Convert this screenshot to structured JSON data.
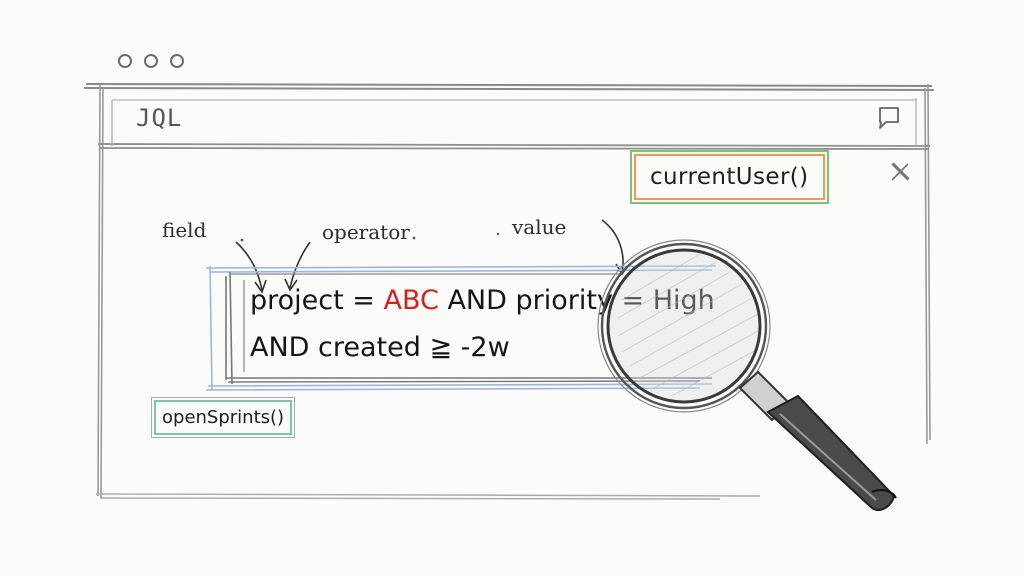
{
  "window": {
    "title": "JQL",
    "controls": [
      "minimize",
      "maximize",
      "close"
    ]
  },
  "chips": {
    "current_user": "currentUser()",
    "open_sprints": "openSprints()"
  },
  "annotations": {
    "field": "field",
    "operator": "operator",
    "value": "value"
  },
  "query": {
    "line1": {
      "part1": "project = ",
      "value": "ABC",
      "part2": " AND priority = High"
    },
    "line2": "AND created ≧ -2w"
  },
  "icons": {
    "chat": "chat-bubble-icon",
    "close": "close-icon",
    "magnifier": "magnifying-glass-icon"
  },
  "colors": {
    "value_highlight": "#d62020",
    "chip_orange": "#e89a5a",
    "chip_green": "#7ec07a",
    "chip_teal": "#7ec4b0",
    "query_box_blue": "#9fb6dc"
  }
}
